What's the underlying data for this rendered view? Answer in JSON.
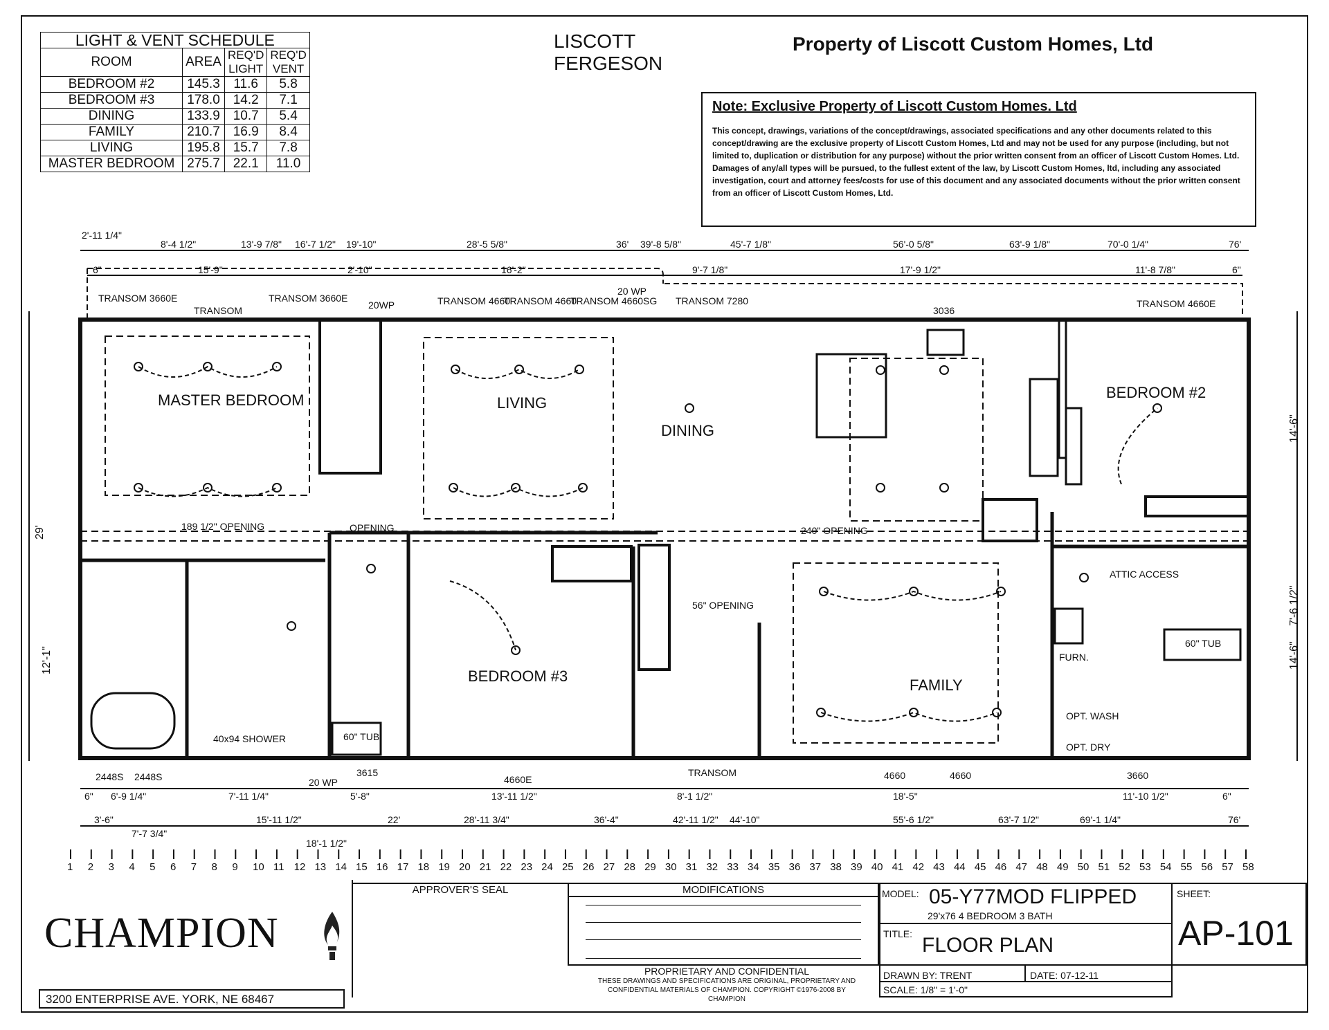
{
  "schedule": {
    "title": "LIGHT & VENT SCHEDULE",
    "headers": [
      "ROOM",
      "AREA",
      "REQ'D LIGHT",
      "REQ'D VENT"
    ],
    "rows": [
      [
        "BEDROOM #2",
        "145.3",
        "11.6",
        "5.8"
      ],
      [
        "BEDROOM #3",
        "178.0",
        "14.2",
        "7.1"
      ],
      [
        "DINING",
        "133.9",
        "10.7",
        "5.4"
      ],
      [
        "FAMILY",
        "210.7",
        "16.9",
        "8.4"
      ],
      [
        "LIVING",
        "195.8",
        "15.7",
        "7.8"
      ],
      [
        "MASTER BEDROOM",
        "275.7",
        "22.1",
        "11.0"
      ]
    ]
  },
  "owners": [
    "LISCOTT",
    "FERGESON"
  ],
  "property_title": "Property of Liscott Custom Homes, Ltd",
  "note": {
    "heading": "Note: Exclusive Property of Liscott Custom Homes. Ltd",
    "body": "This concept, drawings, variations of the concept/drawings, associated specifications and any other documents related to this concept/drawing are the exclusive property of Liscott Custom Homes, Ltd and may not be used for any purpose (including, but not limited to, duplication or distribution for any purpose) without the prior written consent from an officer of Liscott Custom Homes. Ltd. Damages of any/all types will be pursued, to the fullest extent of the law, by Liscott Custom Homes, ltd, including any associated investigation, court and attorney fees/costs for use of this document and any associated documents without the prior written consent from an officer of Liscott Custom Homes, Ltd."
  },
  "rooms": {
    "master": "MASTER BEDROOM",
    "living": "LIVING",
    "dining": "DINING",
    "bedroom2": "BEDROOM #2",
    "bedroom3": "BEDROOM #3",
    "family": "FAMILY",
    "shower": "40x94 SHOWER",
    "tub": "60\" TUB",
    "furn": "FURN.",
    "attic": "ATTIC ACCESS",
    "wash": "OPT. WASH",
    "dry": "OPT. DRY"
  },
  "top_dims_outer": [
    "2'-11 1/4\"",
    "8'-4 1/2\"",
    "13'-9 7/8\"",
    "16'-7 1/2\"",
    "19'-10\"",
    "28'-5 5/8\"",
    "36'",
    "39'-8 5/8\"",
    "45'-7 1/8\"",
    "56'-0 5/8\"",
    "63'-9 1/8\"",
    "70'-0 1/4\"",
    "76'"
  ],
  "top_dims_inner": [
    "6\"",
    "15'-9\"",
    "2'-10\"",
    "16'-2\"",
    "9'-7 1/8\"",
    "17'-9 1/2\"",
    "11'-8 7/8\"",
    "6\""
  ],
  "window_labels": [
    "TRANSOM 3660E",
    "TRANSOM",
    "TRANSOM 3660E",
    "20WP",
    "TRANSOM 4660",
    "TRANSOM 4660",
    "TRANSOM 4660SG",
    "20 WP",
    "TRANSOM 7280",
    "3036",
    "TRANSOM 4660E"
  ],
  "openings": [
    "189 1/2\" OPENING",
    "OPENING",
    "240\" OPENING",
    "56\" OPENING"
  ],
  "bottom_dims_inner": [
    "6\"",
    "6'-9 1/4\"",
    "7'-11 1/4\"",
    "5'-8\"",
    "13'-11 1/2\"",
    "8'-1 1/2\"",
    "18'-5\"",
    "11'-10 1/2\"",
    "6\""
  ],
  "bottom_dims_outer": [
    "3'-6\"",
    "7'-7 3/4\"",
    "15'-11 1/2\"",
    "18'-1 1/2\"",
    "22'",
    "28'-11 3/4\"",
    "36'-4\"",
    "42'-11 1/2\"",
    "44'-10\"",
    "55'-6 1/2\"",
    "63'-7 1/2\"",
    "69'-1 1/4\"",
    "76'"
  ],
  "bottom_window_labels": [
    "2448S",
    "2448S",
    "20 WP",
    "3615",
    "4660E",
    "TRANSOM",
    "4660",
    "4660",
    "3660"
  ],
  "side_dims": [
    "29'",
    "12'-1\"",
    "14'-6\"",
    "7'-6 1/2\"",
    "14'-6\""
  ],
  "ruler": [
    "1",
    "2",
    "3",
    "4",
    "5",
    "6",
    "7",
    "8",
    "9",
    "10",
    "11",
    "12",
    "13",
    "14",
    "15",
    "16",
    "17",
    "18",
    "19",
    "20",
    "21",
    "22",
    "23",
    "24",
    "25",
    "26",
    "27",
    "28",
    "29",
    "30",
    "31",
    "32",
    "33",
    "34",
    "35",
    "36",
    "37",
    "38",
    "39",
    "40",
    "41",
    "42",
    "43",
    "44",
    "45",
    "46",
    "47",
    "48",
    "49",
    "50",
    "51",
    "52",
    "53",
    "54",
    "55",
    "56",
    "57",
    "58"
  ],
  "titleblock": {
    "company": "CHAMPION",
    "address": "3200 ENTERPRISE AVE. YORK, NE 68467",
    "approver_seal": "APPROVER'S SEAL",
    "modifications": "MODIFICATIONS",
    "proprietary_title": "PROPRIETARY AND CONFIDENTIAL",
    "proprietary_text": "THESE DRAWINGS AND SPECIFICATIONS ARE ORIGINAL, PROPRIETARY AND CONFIDENTIAL MATERIALS OF CHAMPION. COPYRIGHT ©1976-2008 BY CHAMPION",
    "model_label": "MODEL:",
    "model": "05-Y77MOD FLIPPED",
    "model_sub": "29'x76 4 BEDROOM 3 BATH",
    "title_label": "TITLE:",
    "title": "FLOOR PLAN",
    "drawn_by": "DRAWN BY: TRENT",
    "date": "DATE: 07-12-11",
    "scale": "SCALE: 1/8\" = 1'-0\"",
    "sheet_label": "SHEET:",
    "sheet": "AP-101"
  }
}
